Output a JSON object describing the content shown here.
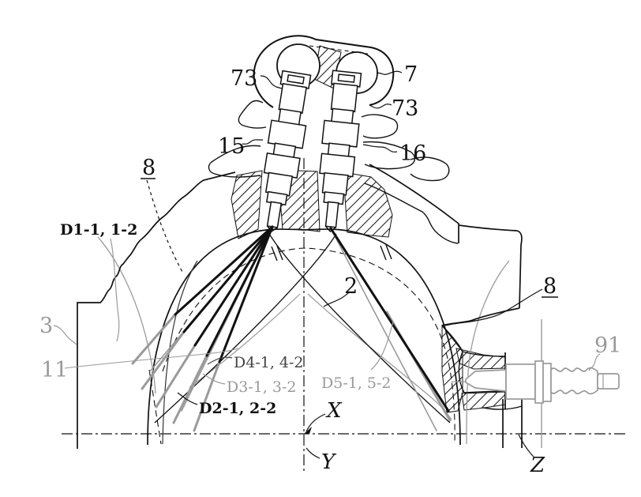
{
  "figure": {
    "kind": "patent cross-section drawing of engine combustion chamber with twin fuel injectors, fuel rail, spark plug and spray patterns",
    "colors": {
      "ink": "#111111",
      "gray": "#9a9a9a",
      "darkgray": "#444444",
      "background": "#ffffff"
    },
    "labels": {
      "ref7": "7",
      "ref73_left": "73",
      "ref73_right": "73",
      "ref15": "15",
      "ref16": "16",
      "ref8_left": "8",
      "ref8_right": "8",
      "ref2": "2",
      "ref3": "3",
      "ref11": "11",
      "ref91": "91",
      "d1": "D1-1, 1-2",
      "d2": "D2-1, 2-2",
      "d3": "D3-1, 3-2",
      "d4": "D4-1, 4-2",
      "d5": "D5-1, 5-2",
      "axis_x": "X",
      "axis_y": "Y",
      "axis_z": "Z"
    }
  }
}
